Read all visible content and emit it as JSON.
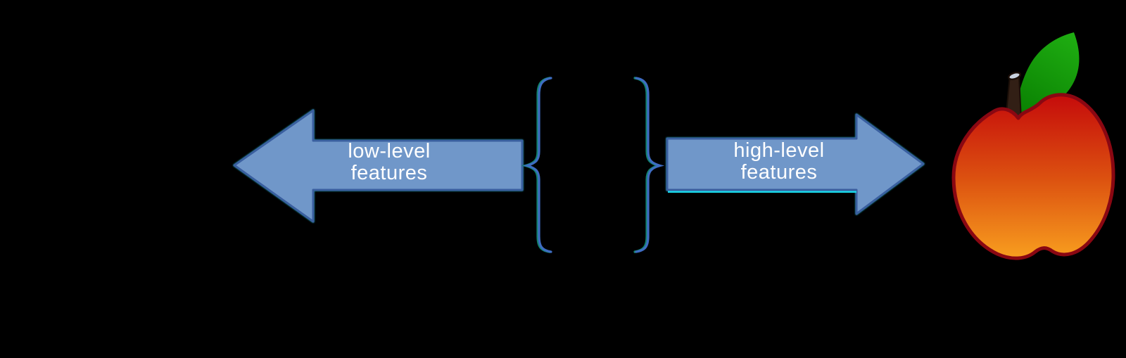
{
  "canvas": {
    "background": "#000000"
  },
  "left_arrow": {
    "label_line1": "low-level",
    "label_line2": "features",
    "direction": "left",
    "fill": "#7097C9",
    "border": "#3A5F9F",
    "text_color": "#FFFFFF"
  },
  "right_arrow": {
    "label_line1": "high-level",
    "label_line2": "features",
    "direction": "right",
    "fill": "#7097C9",
    "border": "#3A5F9F",
    "text_color": "#FFFFFF",
    "edge_glow": "#19D8E8"
  },
  "braces": {
    "left_symbol": "{",
    "right_symbol": "}",
    "stroke": "#3E6CC2",
    "fringe": "#12826E"
  },
  "apple": {
    "body_gradient_top": "#C60D0B",
    "body_gradient_mid": "#DC5110",
    "body_gradient_bottom": "#F9A01F",
    "outline": "#8A0712",
    "leaf_top": "#1FAE12",
    "leaf_bottom": "#0A8102",
    "stem": "#321F15",
    "stem_outline": "#1C0F08",
    "stem_cut": "#C9D2DF"
  }
}
